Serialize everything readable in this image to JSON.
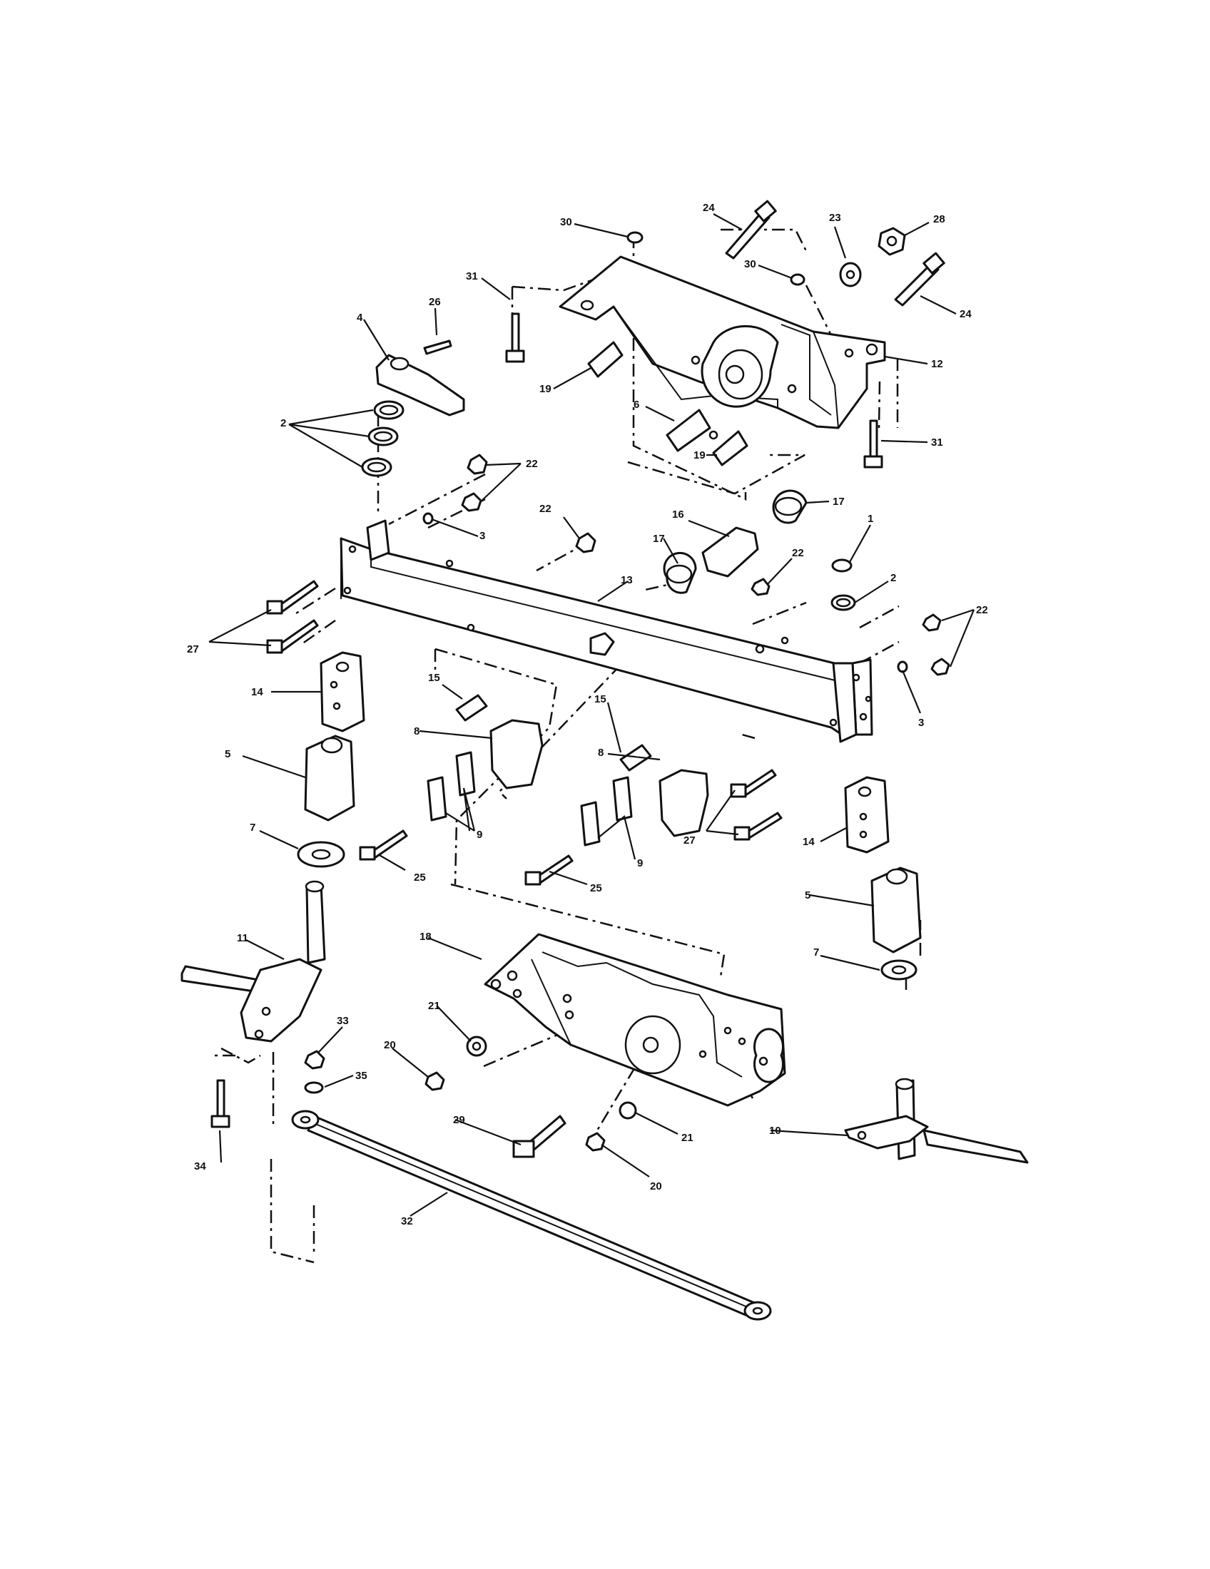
{
  "diagram": {
    "callouts": [
      {
        "id": "c24a",
        "label": "24"
      },
      {
        "id": "c30a",
        "label": "30"
      },
      {
        "id": "c23",
        "label": "23"
      },
      {
        "id": "c28",
        "label": "28"
      },
      {
        "id": "c30b",
        "label": "30"
      },
      {
        "id": "c31a",
        "label": "31"
      },
      {
        "id": "c24b",
        "label": "24"
      },
      {
        "id": "c26",
        "label": "26"
      },
      {
        "id": "c4",
        "label": "4"
      },
      {
        "id": "c12",
        "label": "12"
      },
      {
        "id": "c19a",
        "label": "19"
      },
      {
        "id": "c6",
        "label": "6"
      },
      {
        "id": "c2a",
        "label": "2"
      },
      {
        "id": "c19b",
        "label": "19"
      },
      {
        "id": "c31b",
        "label": "31"
      },
      {
        "id": "c22a",
        "label": "22"
      },
      {
        "id": "c17a",
        "label": "17"
      },
      {
        "id": "c3a",
        "label": "3"
      },
      {
        "id": "c22b",
        "label": "22"
      },
      {
        "id": "c16",
        "label": "16"
      },
      {
        "id": "c1",
        "label": "1"
      },
      {
        "id": "c17b",
        "label": "17"
      },
      {
        "id": "c13",
        "label": "13"
      },
      {
        "id": "c22c",
        "label": "22"
      },
      {
        "id": "c2b",
        "label": "2"
      },
      {
        "id": "c22d",
        "label": "22"
      },
      {
        "id": "c27a",
        "label": "27"
      },
      {
        "id": "c14a",
        "label": "14"
      },
      {
        "id": "c15a",
        "label": "15"
      },
      {
        "id": "c15b",
        "label": "15"
      },
      {
        "id": "c3b",
        "label": "3"
      },
      {
        "id": "c8a",
        "label": "8"
      },
      {
        "id": "c8b",
        "label": "8"
      },
      {
        "id": "c5a",
        "label": "5"
      },
      {
        "id": "c27b",
        "label": "27"
      },
      {
        "id": "c9a",
        "label": "9"
      },
      {
        "id": "c9b",
        "label": "9"
      },
      {
        "id": "c7a",
        "label": "7"
      },
      {
        "id": "c14b",
        "label": "14"
      },
      {
        "id": "c25a",
        "label": "25"
      },
      {
        "id": "c25b",
        "label": "25"
      },
      {
        "id": "c5b",
        "label": "5"
      },
      {
        "id": "c11",
        "label": "11"
      },
      {
        "id": "c18",
        "label": "18"
      },
      {
        "id": "c7b",
        "label": "7"
      },
      {
        "id": "c33",
        "label": "33"
      },
      {
        "id": "c21a",
        "label": "21"
      },
      {
        "id": "c20a",
        "label": "20"
      },
      {
        "id": "c35",
        "label": "35"
      },
      {
        "id": "c29",
        "label": "29"
      },
      {
        "id": "c10",
        "label": "10"
      },
      {
        "id": "c21b",
        "label": "21"
      },
      {
        "id": "c34",
        "label": "34"
      },
      {
        "id": "c20b",
        "label": "20"
      },
      {
        "id": "c32",
        "label": "32"
      }
    ]
  }
}
